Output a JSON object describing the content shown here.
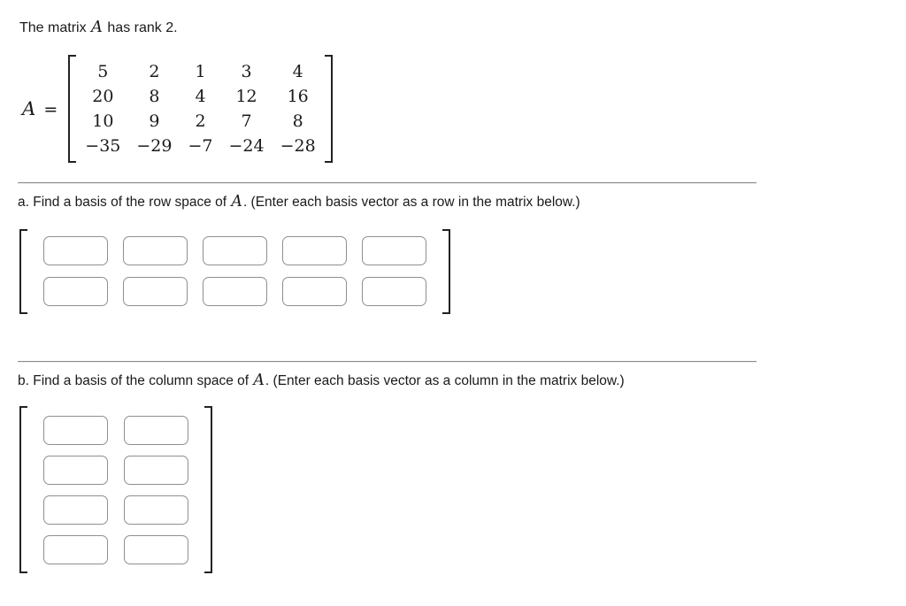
{
  "intro": {
    "prefix": "The matrix ",
    "var": "A",
    "suffix": " has rank 2."
  },
  "matrix_a": {
    "label_var": "A",
    "equals": "=",
    "values": [
      [
        "5",
        "2",
        "1",
        "3",
        "4"
      ],
      [
        "20",
        "8",
        "4",
        "12",
        "16"
      ],
      [
        "10",
        "9",
        "2",
        "7",
        "8"
      ],
      [
        "−35",
        "−29",
        "−7",
        "−24",
        "−28"
      ]
    ]
  },
  "part_a": {
    "prefix": "a. Find a basis of the row space of ",
    "var": "A",
    "suffix": ". (Enter each basis vector as a row in the matrix below.)",
    "answer_grid": {
      "rows": 2,
      "cols": 5,
      "cell_name": "row-space-answer-input"
    }
  },
  "part_b": {
    "prefix": "b. Find a basis of the column space of ",
    "var": "A",
    "suffix": ". (Enter each basis vector as a column in the matrix below.)",
    "answer_grid": {
      "rows": 4,
      "cols": 2,
      "cell_name": "column-space-answer-input"
    }
  },
  "colors": {
    "text": "#1a1a1a",
    "box_border": "#8f8f8f",
    "bracket": "#222222",
    "divider": "#8c8c8c"
  }
}
